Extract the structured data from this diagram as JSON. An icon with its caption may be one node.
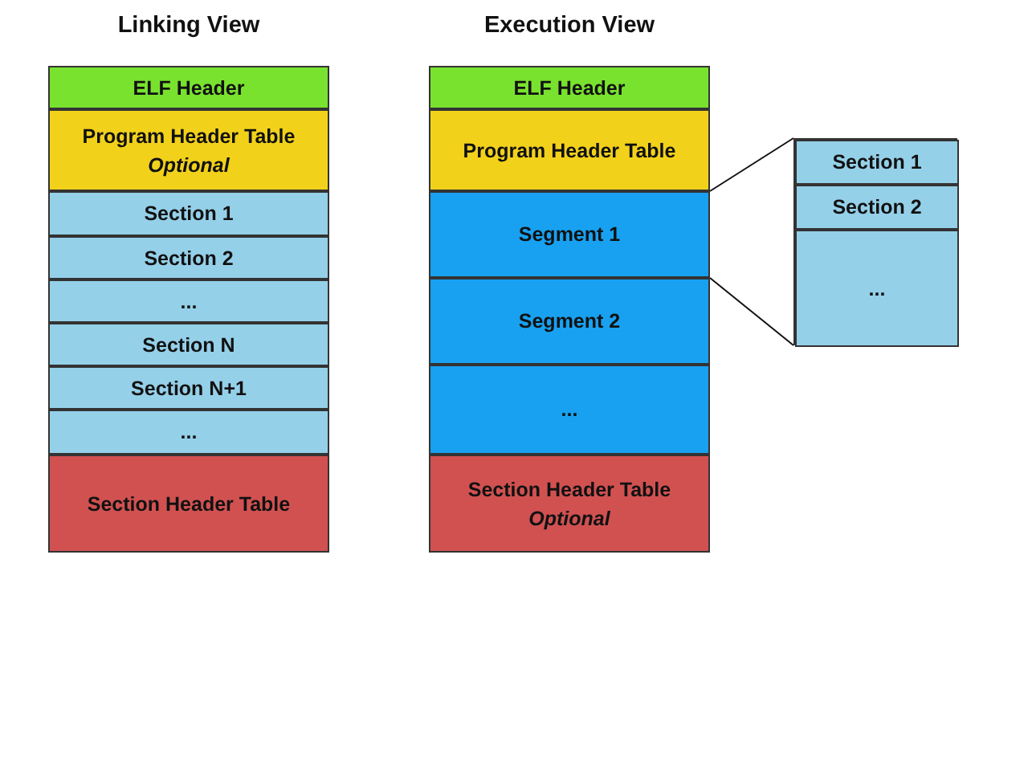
{
  "diagram": {
    "nodes": [
      {
        "text": [
          "Linking View"
        ]
      },
      {
        "text": [
          "ELF Header"
        ],
        "in": 0
      },
      {
        "text": [
          "Program Header Table",
          "Optional"
        ],
        "in": 0
      },
      {
        "text": [
          "Section 1"
        ],
        "in": 0
      },
      {
        "text": [
          "Section 2"
        ],
        "in": 0
      },
      {
        "text": [
          "..."
        ],
        "in": 0
      },
      {
        "text": [
          "Section N"
        ],
        "in": 0
      },
      {
        "text": [
          "Section N+1"
        ],
        "in": 0
      },
      {
        "text": [
          "..."
        ],
        "in": 0
      },
      {
        "text": [
          "Section Header Table"
        ],
        "in": 0
      },
      {
        "text": [
          "Execution View"
        ]
      },
      {
        "text": [
          "ELF Header"
        ],
        "in": 10
      },
      {
        "text": [
          "Program Header Table"
        ],
        "in": 10
      },
      {
        "text": [
          "Segment 1"
        ],
        "in": 10
      },
      {
        "text": [
          "Segment 2"
        ],
        "in": 10
      },
      {
        "text": [
          "..."
        ],
        "in": 10
      },
      {
        "text": [
          "Section Header Table",
          "Optional"
        ],
        "in": 10
      },
      {
        "text": [],
        "shape": "box"
      },
      {
        "text": [
          "Section 1"
        ],
        "in": 17
      },
      {
        "text": [
          "Section 2"
        ],
        "in": 17
      },
      {
        "text": [
          "..."
        ],
        "in": 17
      }
    ],
    "edges": [
      {
        "from": 13,
        "to": 17,
        "arrow": "none"
      },
      {
        "from": 13,
        "to": 17,
        "arrow": "none"
      }
    ]
  }
}
